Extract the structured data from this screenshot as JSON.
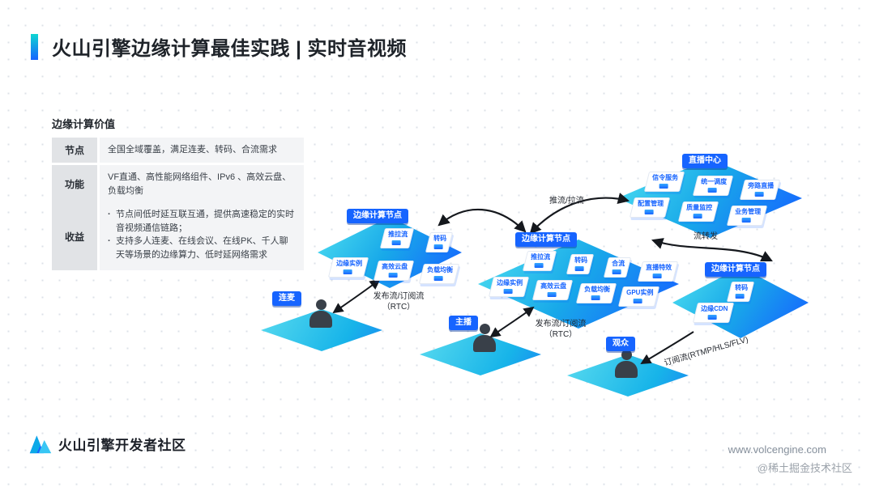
{
  "header": {
    "title": "火山引擎边缘计算最佳实践 | 实时音视频"
  },
  "value_panel": {
    "heading": "边缘计算价值",
    "rows": [
      {
        "label": "节点",
        "text": "全国全域覆盖，满足连麦、转码、合流需求"
      },
      {
        "label": "功能",
        "text": "VF直通、高性能网络组件、IPv6 、高效云盘、负载均衡"
      },
      {
        "label": "收益",
        "bullets": [
          "节点间低时延互联互通，提供高速稳定的实时音视频通信链路；",
          "支持多人连麦、在线会议、在线PK、千人聊天等场景的边缘算力、低时延网络需求"
        ]
      }
    ]
  },
  "diagram": {
    "live_center": {
      "badge": "直播中心",
      "boxes": [
        "信令服务",
        "统一调度",
        "旁路直播",
        "配置管理",
        "质量监控",
        "业务管理"
      ]
    },
    "edge_node_left": {
      "badge": "边缘计算节点",
      "boxes": [
        "推拉流",
        "转码",
        "边缘实例",
        "高效云盘",
        "负载均衡"
      ]
    },
    "edge_node_mid": {
      "badge": "边缘计算节点",
      "boxes": [
        "推拉流",
        "转码",
        "合流",
        "直播特效",
        "边缘实例",
        "高效云盘",
        "负载均衡",
        "GPU实例"
      ]
    },
    "edge_node_right": {
      "badge": "边缘计算节点",
      "boxes": [
        "转码",
        "边缘CDN"
      ]
    },
    "actors": [
      "连麦",
      "主播",
      "观众"
    ],
    "flows": {
      "push_pull": "推流/拉流",
      "relay": "流转发",
      "rtc_left": [
        "发布流/订阅流",
        "（RTC）"
      ],
      "rtc_mid": [
        "发布流/订阅流",
        "（RTC）"
      ],
      "subscribe": "订阅流(RTMP/HLS/FLV)"
    }
  },
  "footer": {
    "brand": "火山引擎开发者社区",
    "url": "www.volcengine.com",
    "credit": "@稀土掘金技术社区"
  },
  "colors": {
    "accent_blue": "#1664ff",
    "accent_cyan": "#0fd6d1",
    "platform_cyan": "#18a9e9"
  }
}
